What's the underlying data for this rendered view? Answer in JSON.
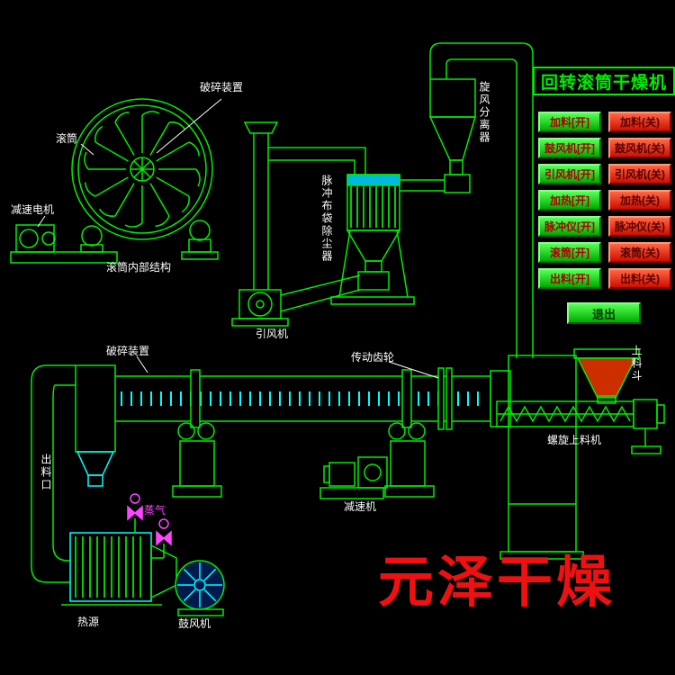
{
  "title": "回转滚筒干燥机",
  "control_panel": {
    "on_buttons": [
      "加料[开]",
      "鼓风机[开]",
      "引风机[开]",
      "加热[开]",
      "脉冲仪[开]",
      "滚筒[开]",
      "出料[开]"
    ],
    "off_buttons": [
      "加料(关)",
      "鼓风机(关)",
      "引风机(关)",
      "加热(关)",
      "脉冲仪(关)",
      "滚筒(关)",
      "出料(关)"
    ],
    "exit_label": "退出"
  },
  "diagram_labels": {
    "crusher_top": "破碎装置",
    "drum": "滚筒",
    "gear_motor": "减速电机",
    "drum_internal_structure": "滚筒内部结构",
    "pulse_bag_dust_collector": "脉冲布袋除尘器",
    "cyclone_separator": "旋风分离器",
    "induced_draft_fan": "引风机",
    "crusher_mid": "破碎装置",
    "transmission_gear": "传动齿轮",
    "feed_hopper": "上料斗",
    "screw_feeder": "螺旋上料机",
    "reducer": "减速机",
    "discharge_port": "出料口",
    "steam": "蒸气",
    "heat_source": "热源",
    "blower": "鼓风机"
  },
  "watermark": "元泽干燥",
  "colors": {
    "background": "#000000",
    "line_green": "#00ee00",
    "line_cyan": "#00ffff",
    "accent_magenta": "#ff44ff",
    "button_on_green": "#00aa00",
    "button_off_red": "#cc0f00",
    "hopper_fill": "#cc2e00",
    "watermark_red": "#ee1111"
  }
}
